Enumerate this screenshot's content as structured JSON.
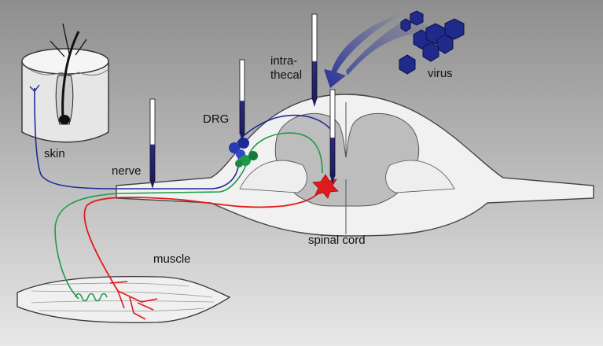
{
  "labels": {
    "skin": "skin",
    "nerve": "nerve",
    "drg": "DRG",
    "intrathecal_line1": "intra-",
    "intrathecal_line2": "thecal",
    "virus": "virus",
    "spinal_cord": "spinal cord",
    "muscle": "muscle"
  },
  "colors": {
    "background_top": "#8e8e8e",
    "background_bottom": "#e9e9e9",
    "tissue": "#f2f2f2",
    "gray_matter": "#bdbdbd",
    "sensory_fiber": "#1f2a99",
    "proprioceptive_fiber": "#1c9b4a",
    "motor_fiber": "#e01b1b",
    "needle": "#24247a",
    "virus": "#1f2a8a"
  }
}
